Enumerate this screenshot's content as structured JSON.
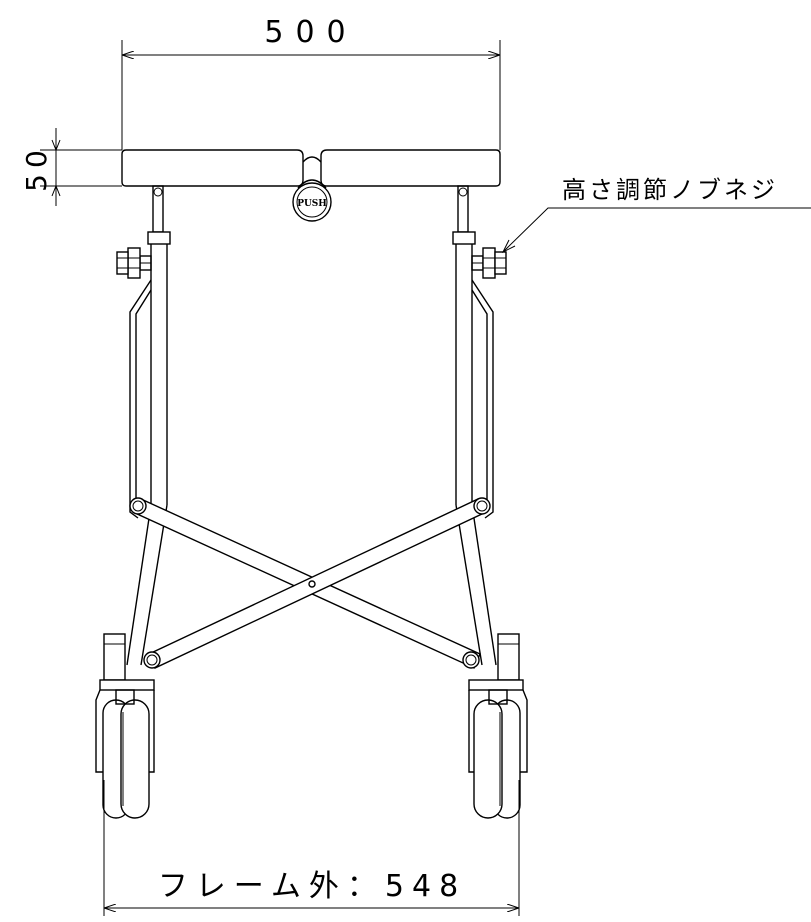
{
  "dimensions": {
    "top_width": "500",
    "side_height": "50",
    "frame_outer": "フレーム外：548"
  },
  "callout": {
    "label": "高さ調節ノブネジ"
  },
  "button": {
    "label": "PUSH"
  }
}
